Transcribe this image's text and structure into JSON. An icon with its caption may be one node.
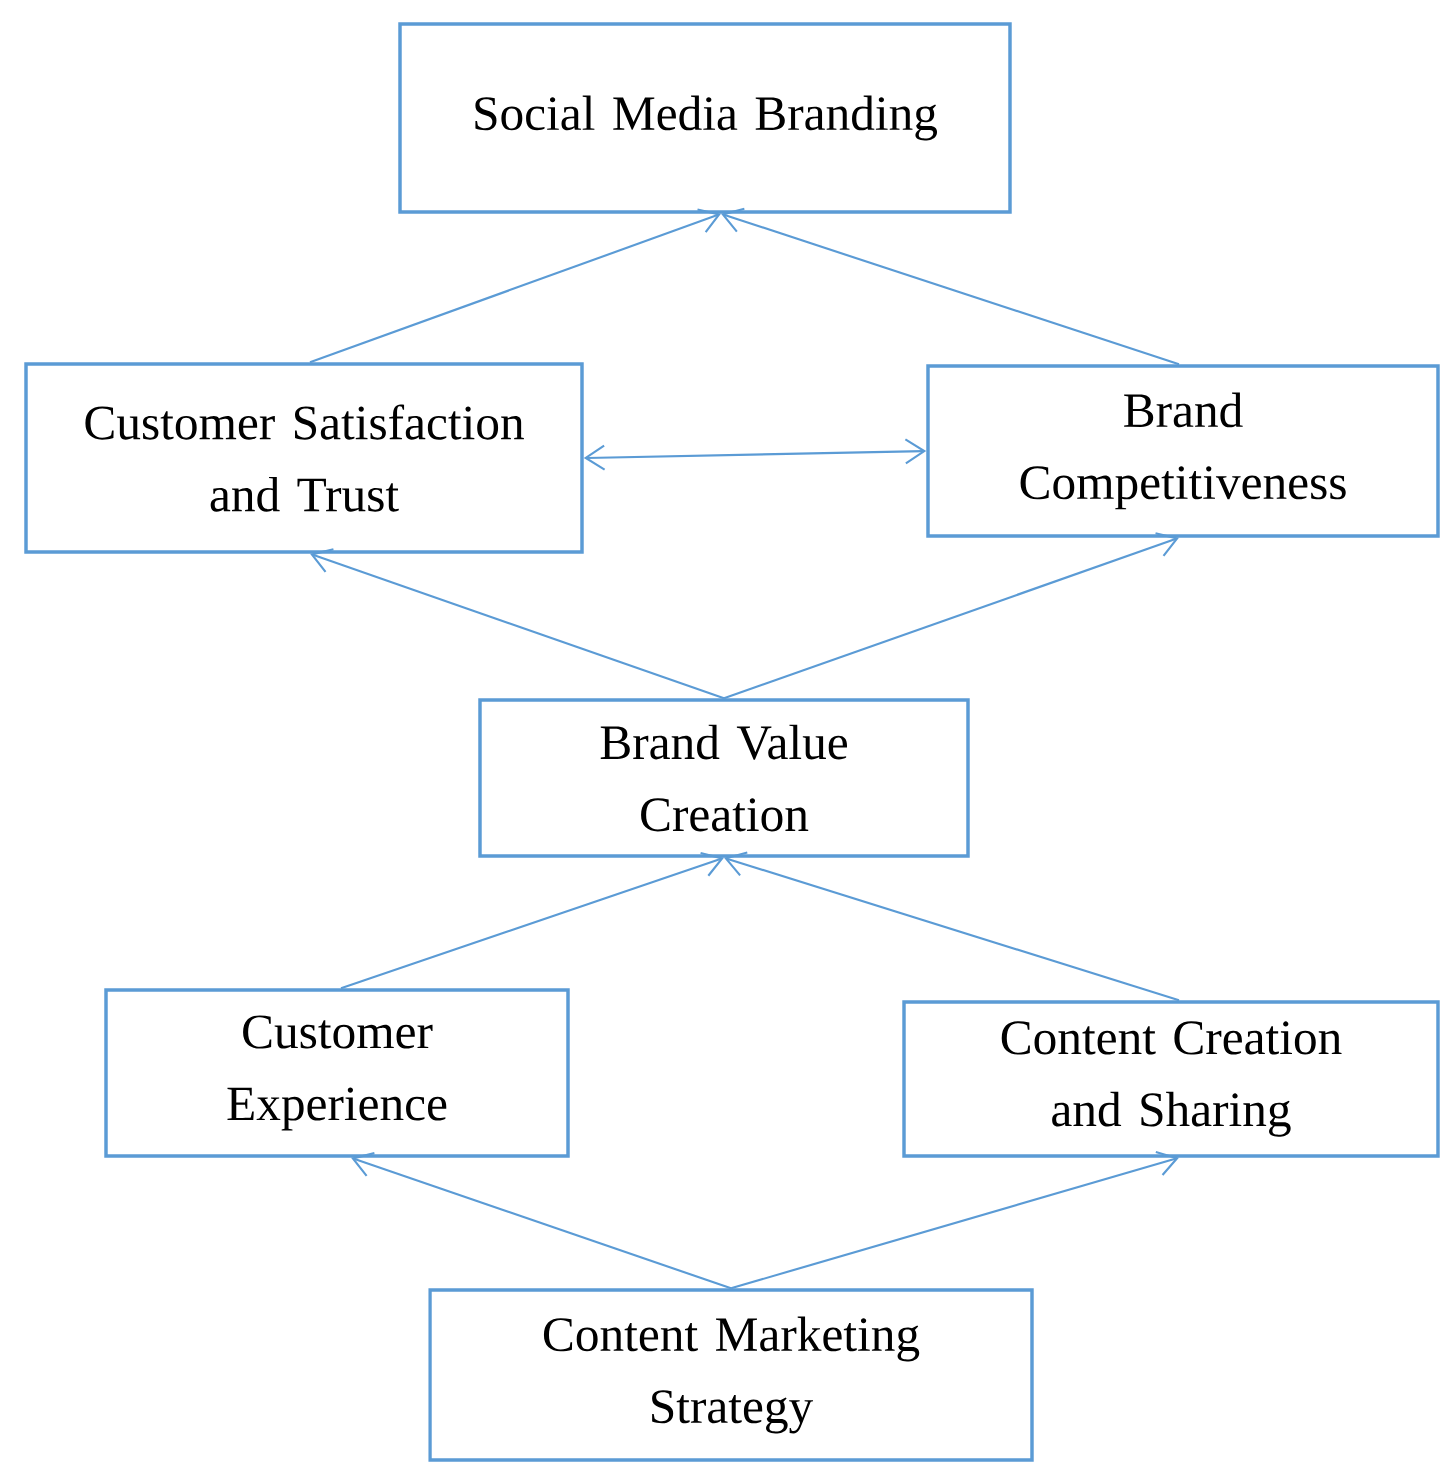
{
  "diagram": {
    "nodes": [
      {
        "text": [
          "Social Media Branding"
        ]
      },
      {
        "text": [
          "Customer Satisfaction and Trust"
        ]
      },
      {
        "text": [
          "Brand Competitiveness"
        ]
      },
      {
        "text": [
          "Brand Value Creation"
        ]
      },
      {
        "text": [
          "Customer Experience"
        ]
      },
      {
        "text": [
          "Content Creation and Sharing"
        ]
      },
      {
        "text": [
          "Content Marketing Strategy"
        ]
      }
    ],
    "edges": [
      {
        "from": 1,
        "to": 0,
        "arrow": "to"
      },
      {
        "from": 2,
        "to": 0,
        "arrow": "to"
      },
      {
        "from": 1,
        "to": 2,
        "arrow": "both"
      },
      {
        "from": 3,
        "to": 1,
        "arrow": "to"
      },
      {
        "from": 3,
        "to": 2,
        "arrow": "to"
      },
      {
        "from": 4,
        "to": 3,
        "arrow": "to"
      },
      {
        "from": 5,
        "to": 3,
        "arrow": "to"
      },
      {
        "from": 6,
        "to": 4,
        "arrow": "to"
      },
      {
        "from": 6,
        "to": 5,
        "arrow": "to"
      }
    ]
  }
}
